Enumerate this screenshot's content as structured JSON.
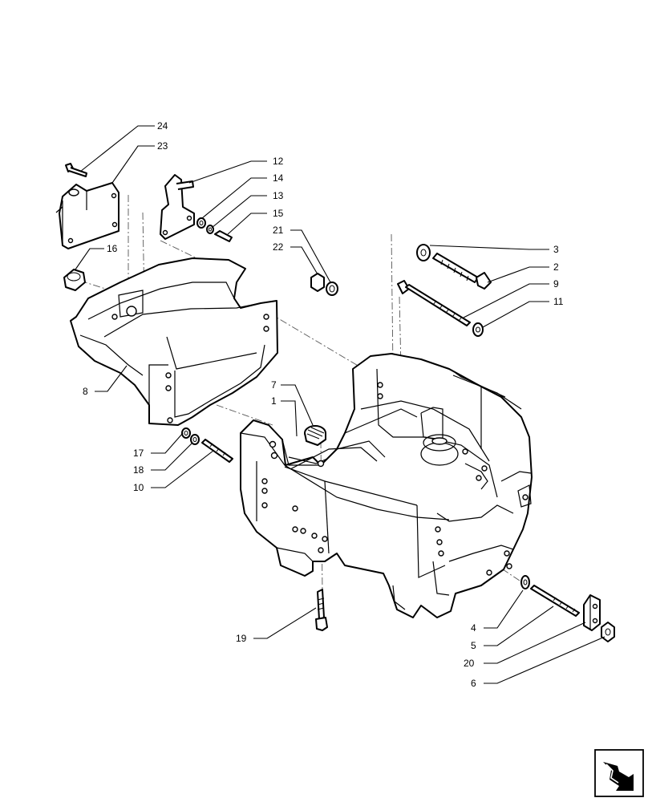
{
  "diagram": {
    "callouts": [
      {
        "id": "c24",
        "text": "24"
      },
      {
        "id": "c23",
        "text": "23"
      },
      {
        "id": "c12",
        "text": "12"
      },
      {
        "id": "c14",
        "text": "14"
      },
      {
        "id": "c13",
        "text": "13"
      },
      {
        "id": "c15",
        "text": "15"
      },
      {
        "id": "c21",
        "text": "21"
      },
      {
        "id": "c22",
        "text": "22"
      },
      {
        "id": "c16",
        "text": "16"
      },
      {
        "id": "c3",
        "text": "3"
      },
      {
        "id": "c2",
        "text": "2"
      },
      {
        "id": "c9",
        "text": "9"
      },
      {
        "id": "c11",
        "text": "11"
      },
      {
        "id": "c8",
        "text": "8"
      },
      {
        "id": "c7",
        "text": "7"
      },
      {
        "id": "c1",
        "text": "1"
      },
      {
        "id": "c17",
        "text": "17"
      },
      {
        "id": "c18",
        "text": "18"
      },
      {
        "id": "c10",
        "text": "10"
      },
      {
        "id": "c19",
        "text": "19"
      },
      {
        "id": "c4",
        "text": "4"
      },
      {
        "id": "c5",
        "text": "5"
      },
      {
        "id": "c20",
        "text": "20"
      },
      {
        "id": "c6",
        "text": "6"
      }
    ],
    "nav_icon": "next-page-arrow-icon"
  }
}
